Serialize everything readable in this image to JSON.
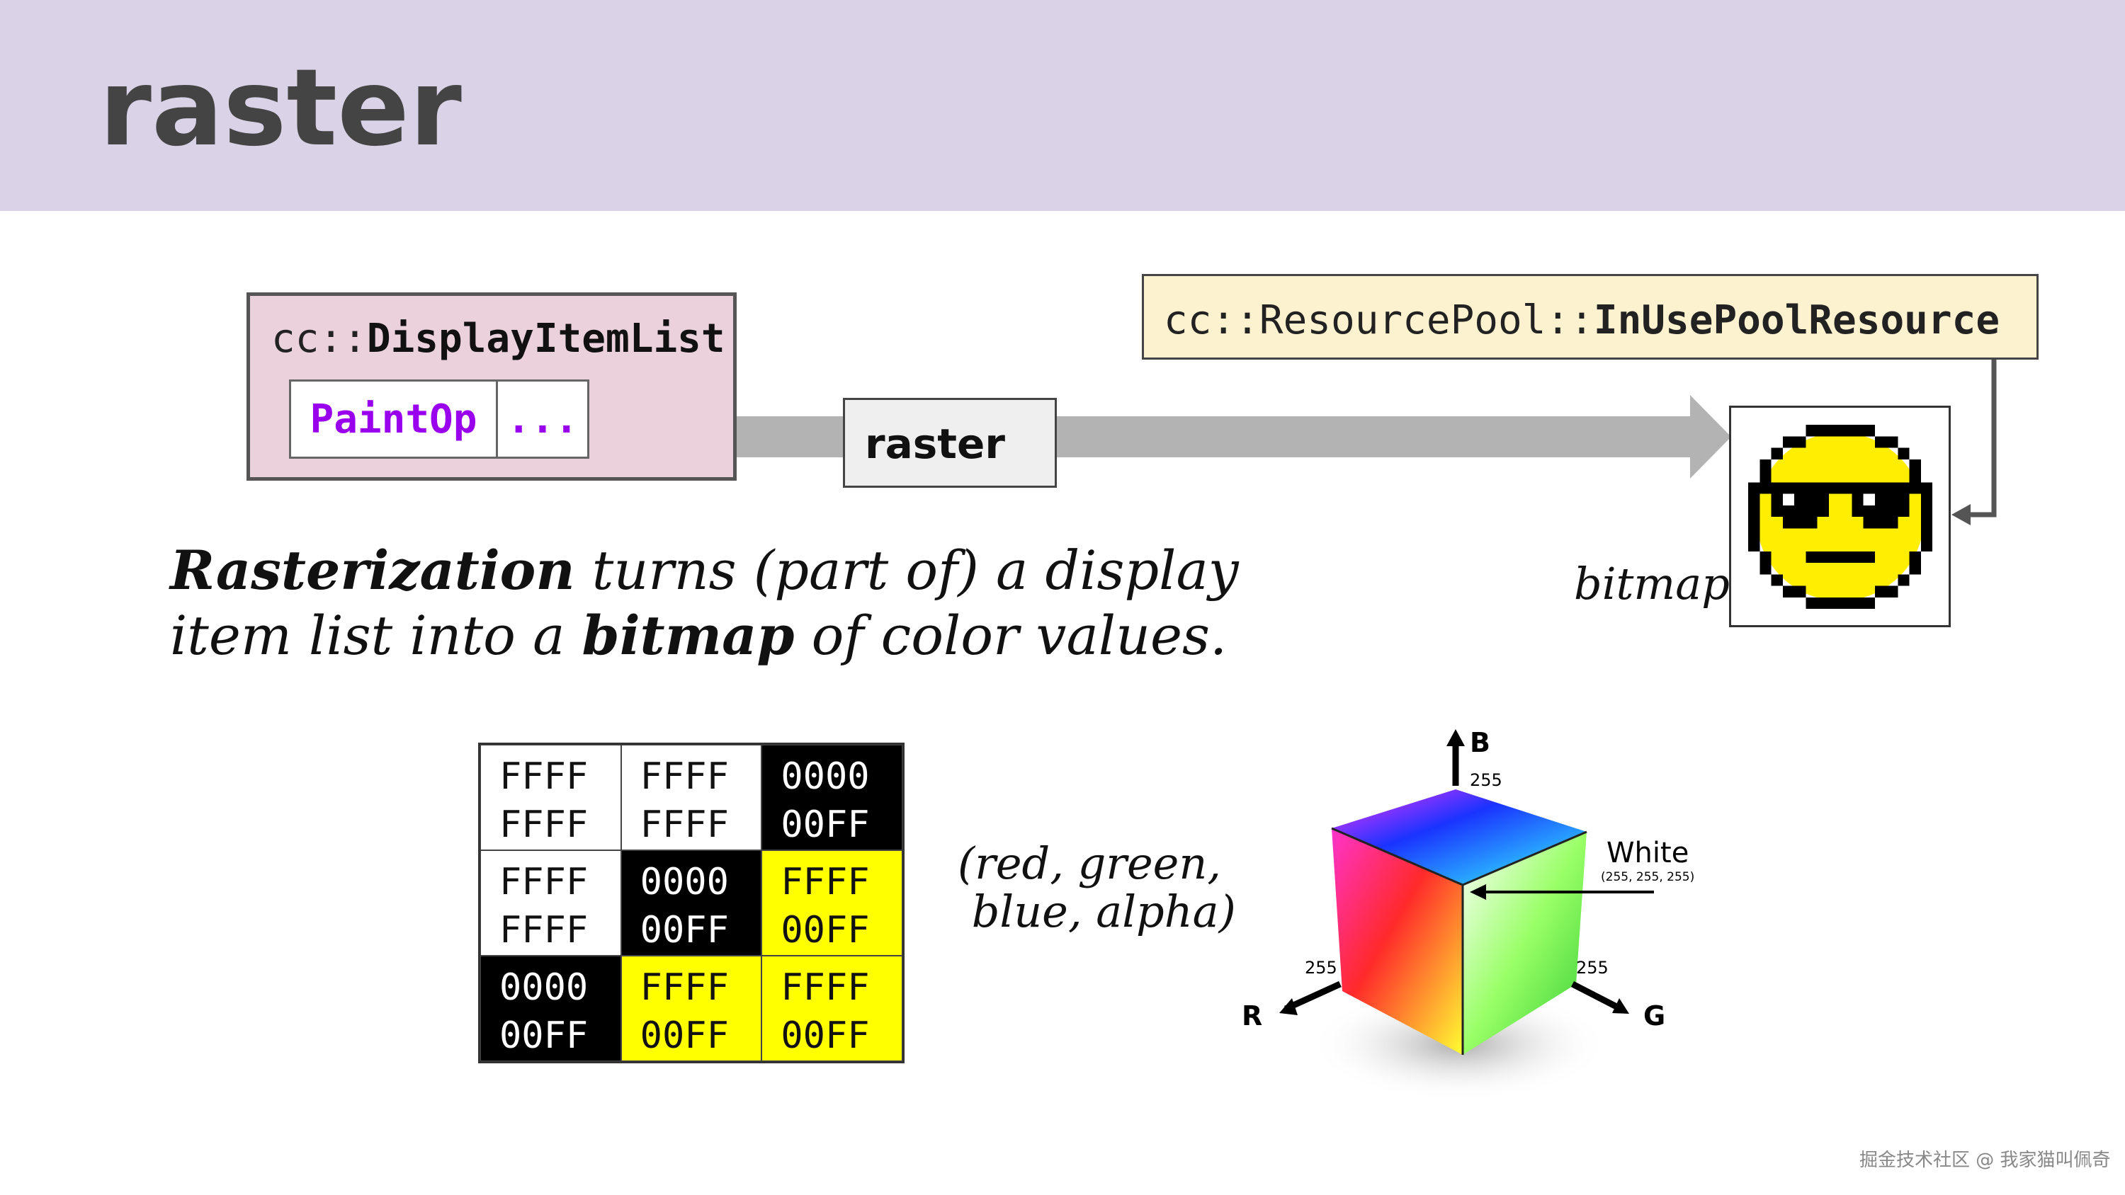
{
  "header": {
    "title": "raster"
  },
  "display_item_list": {
    "prefix": "cc::",
    "name": "DisplayItemList",
    "cells": [
      "PaintOp",
      "..."
    ]
  },
  "resource_pool": {
    "prefix": "cc::ResourcePool::",
    "name": "InUsePoolResource"
  },
  "raster_step": {
    "label": "raster"
  },
  "bitmap": {
    "label": "bitmap"
  },
  "caption": {
    "part1": "Rasterization",
    "part2": " turns (part of) a display",
    "part3": "item list into a ",
    "part4": "bitmap",
    "part5": " of color values."
  },
  "pixel_grid": {
    "cells": [
      {
        "line1": "FFFF",
        "line2": "FFFF",
        "color": "white"
      },
      {
        "line1": "FFFF",
        "line2": "FFFF",
        "color": "white"
      },
      {
        "line1": "0000",
        "line2": "00FF",
        "color": "black"
      },
      {
        "line1": "FFFF",
        "line2": "FFFF",
        "color": "white"
      },
      {
        "line1": "0000",
        "line2": "00FF",
        "color": "black"
      },
      {
        "line1": "FFFF",
        "line2": "00FF",
        "color": "yellow"
      },
      {
        "line1": "0000",
        "line2": "00FF",
        "color": "black"
      },
      {
        "line1": "FFFF",
        "line2": "00FF",
        "color": "yellow"
      },
      {
        "line1": "FFFF",
        "line2": "00FF",
        "color": "yellow"
      }
    ]
  },
  "rgba_label": {
    "line1": "(red, green,",
    "line2": " blue, alpha)"
  },
  "rgb_cube": {
    "axis_b": "B",
    "axis_r": "R",
    "axis_g": "G",
    "val_b": "255",
    "val_r": "255",
    "val_g": "255",
    "white_label": "White",
    "white_value": "(255, 255, 255)"
  },
  "colors": {
    "header_bg": "#dad3e8",
    "paintop": "#9900ee",
    "smiley": "#ffee00",
    "arrow": "#b3b3b3"
  },
  "watermark": "掘金技术社区 @ 我家猫叫佩奇"
}
